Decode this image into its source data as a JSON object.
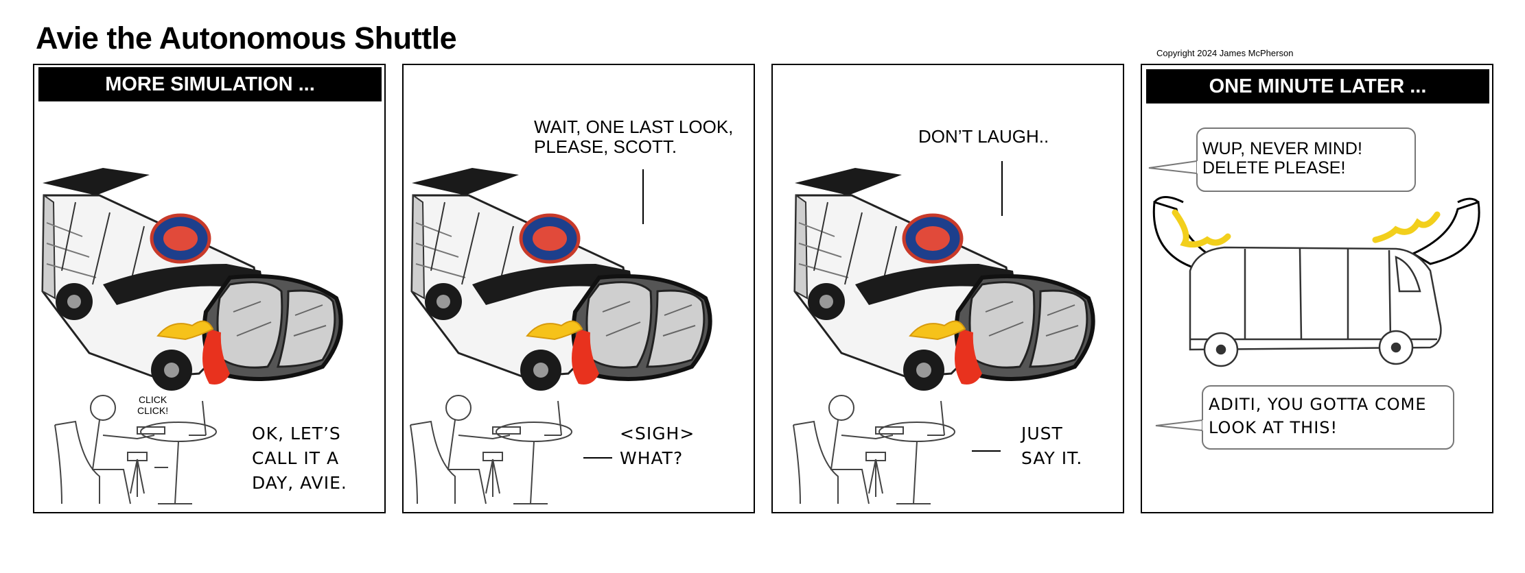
{
  "title": "Avie the Autonomous Shuttle",
  "copyright": "Copyright 2024 James McPherson",
  "panels": [
    {
      "banner": "MORE SIMULATION ...",
      "sfx": "CLICK\nCLICK!",
      "speech": "OK, LET’S\nCALL IT A\nDAY, AVIE."
    },
    {
      "shuttle_speech": "WAIT, ONE LAST LOOK,\nPLEASE, SCOTT.",
      "speech": "<SIGH>\nWHAT?"
    },
    {
      "shuttle_speech": "DON’T LAUGH..",
      "speech": "JUST\nSAY IT."
    },
    {
      "banner": "ONE MINUTE LATER ...",
      "bubble_top": "WUP, NEVER MIND!\nDELETE PLEASE!",
      "bubble_bottom": "ADITI, YOU GOTTA COME\nLOOK AT THIS!"
    }
  ],
  "colors": {
    "flame_red": "#e8321e",
    "flame_yellow": "#f6c21a",
    "logo_blue": "#1d3f8c",
    "mustard": "#f2cf1c"
  }
}
